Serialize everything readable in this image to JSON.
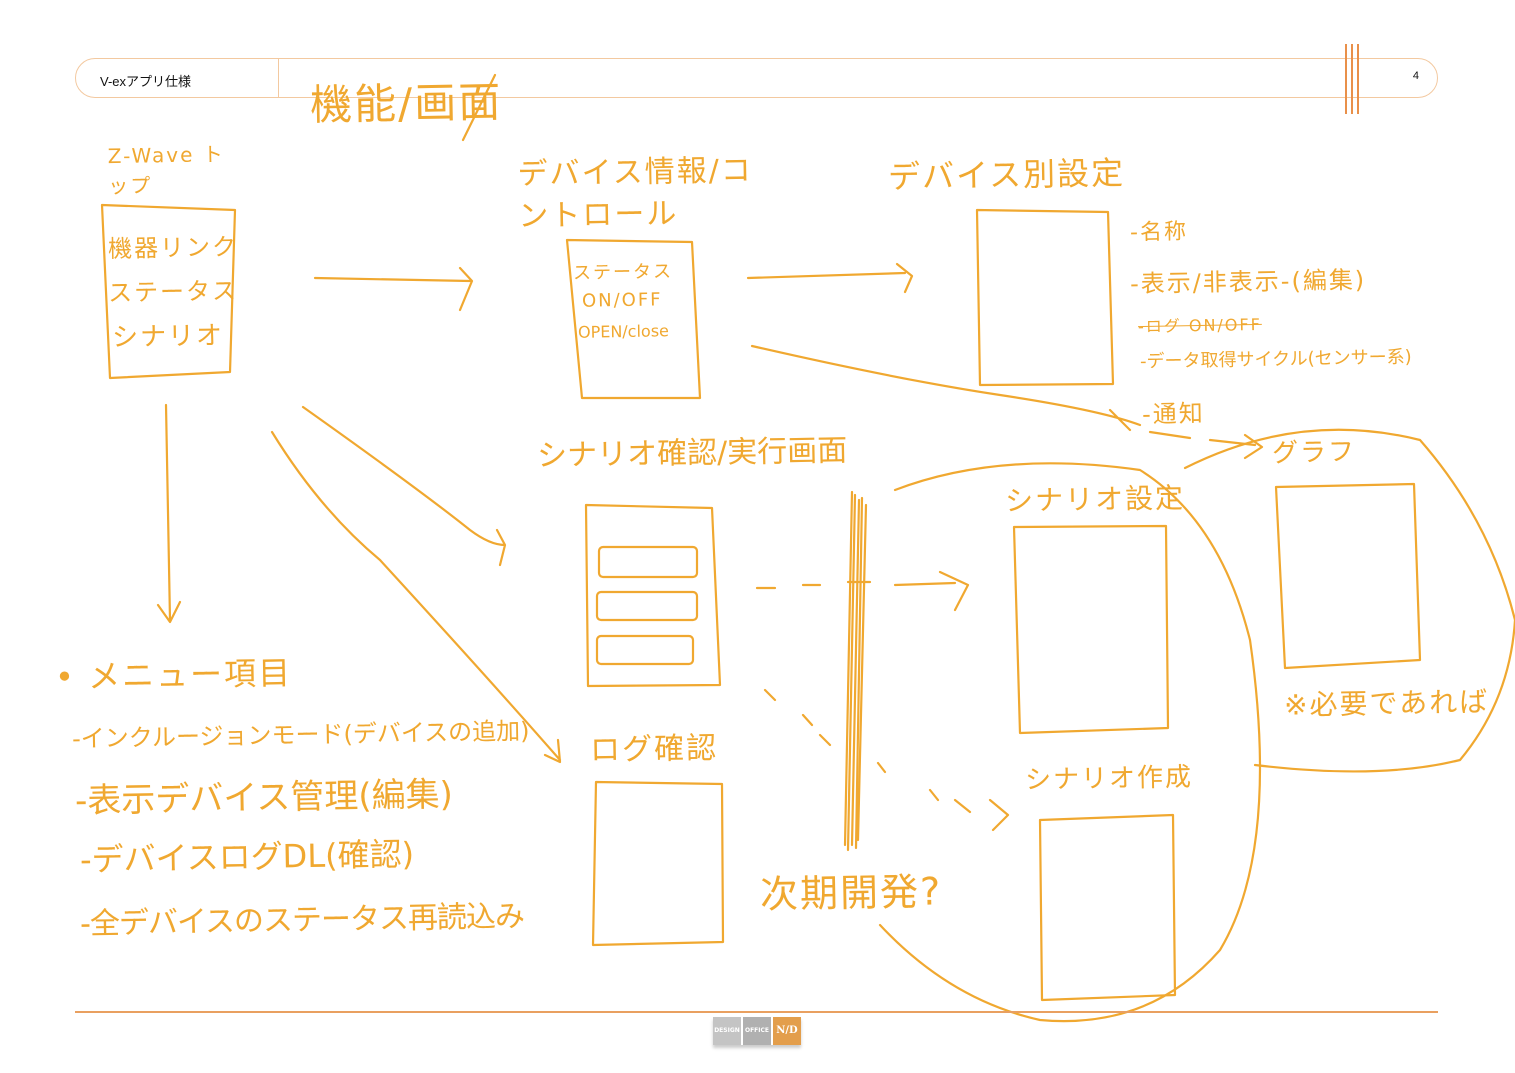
{
  "header": {
    "title": "V-exアプリ仕様",
    "page": "4"
  },
  "footer": {
    "logo": [
      "DESIGN",
      "OFFICE",
      "N/D"
    ]
  },
  "sketch": {
    "title": "機能/画面",
    "top": {
      "heading": "Z-Wave トップ",
      "items": [
        "機器リンク",
        "ステータス",
        "シナリオ"
      ]
    },
    "device_info": {
      "heading": "デバイス情報/コントロール",
      "items": [
        "ステータス",
        "ON/OFF",
        "OPEN/close"
      ]
    },
    "device_settings": {
      "heading": "デバイス別設定",
      "items": [
        "-名称",
        "-表示/非表示-(編集)",
        "-ログ ON/OFF",
        "-データ取得サイクル(センサー系)",
        "-通知"
      ]
    },
    "graph": {
      "heading": "グラフ",
      "note": "※必要であれば"
    },
    "scenario_check": {
      "heading": "シナリオ確認/実行画面"
    },
    "log_check": {
      "heading": "ログ確認"
    },
    "scenario_settings": {
      "heading": "シナリオ設定"
    },
    "scenario_create": {
      "heading": "シナリオ作成"
    },
    "next_phase": "次期開発?",
    "menu": {
      "heading": "メニュー項目",
      "items": [
        "-インクルージョンモード(デバイスの追加)",
        "-表示デバイス管理(編集)",
        "-デバイスログDL(確認)",
        "-全デバイスのステータス再読込み"
      ]
    }
  }
}
